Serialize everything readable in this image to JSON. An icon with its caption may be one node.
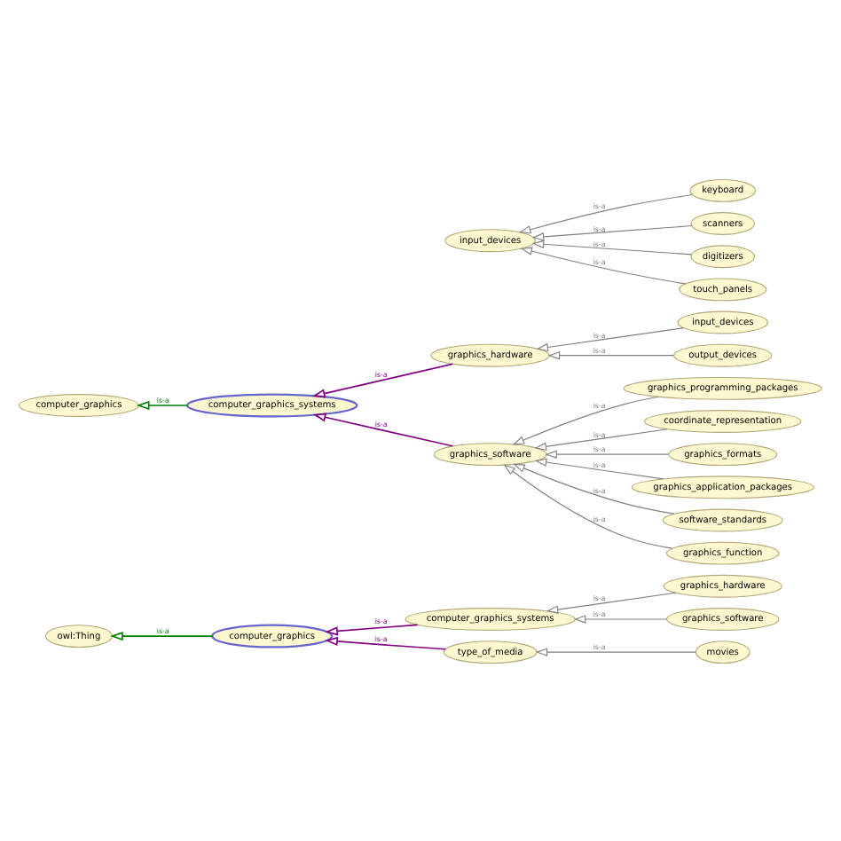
{
  "diagram": {
    "nodes": [
      {
        "text": [
          "owl:Thing"
        ]
      },
      {
        "text": [
          "computer_graphics"
        ]
      },
      {
        "text": [
          "computer_graphics_systems"
        ]
      },
      {
        "text": [
          "graphics_hardware"
        ]
      },
      {
        "text": [
          "graphics_software"
        ]
      },
      {
        "text": [
          "type_of_media"
        ]
      },
      {
        "text": [
          "movies"
        ]
      },
      {
        "text": [
          "graphics_programming_packages"
        ]
      },
      {
        "text": [
          "graphics_application_packages"
        ]
      },
      {
        "text": [
          "software_standards"
        ]
      },
      {
        "text": [
          "graphics_function"
        ]
      },
      {
        "text": [
          "coordinate_representation"
        ]
      },
      {
        "text": [
          "graphics_formats"
        ]
      },
      {
        "text": [
          "graphics_software"
        ]
      },
      {
        "text": [
          "computer_graphics"
        ]
      },
      {
        "text": [
          "computer_graphics_systems"
        ]
      },
      {
        "text": [
          "graphics_hardware"
        ]
      },
      {
        "text": [
          "input_devices"
        ]
      },
      {
        "text": [
          "output_devices"
        ]
      },
      {
        "text": [
          "input_devices"
        ]
      },
      {
        "text": [
          "keyboard"
        ]
      },
      {
        "text": [
          "scanners"
        ]
      },
      {
        "text": [
          "digitizers"
        ]
      },
      {
        "text": [
          "touch_panels"
        ]
      }
    ],
    "edges": [
      {
        "from": 1,
        "to": 0,
        "arrow": "to",
        "label": "is-a",
        "color": "#008000"
      },
      {
        "from": 2,
        "to": 1,
        "arrow": "to",
        "label": "is-a",
        "color": "#800080"
      },
      {
        "from": 5,
        "to": 1,
        "arrow": "to",
        "label": "is-a",
        "color": "#800080"
      },
      {
        "from": 3,
        "to": 2,
        "arrow": "to",
        "label": "is-a"
      },
      {
        "from": 4,
        "to": 2,
        "arrow": "to",
        "label": "is-a"
      },
      {
        "from": 6,
        "to": 5,
        "arrow": "to",
        "label": "is-a"
      },
      {
        "from": 7,
        "to": 13,
        "arrow": "to",
        "label": "is-a"
      },
      {
        "from": 8,
        "to": 13,
        "arrow": "to",
        "label": "is-a"
      },
      {
        "from": 9,
        "to": 13,
        "arrow": "to",
        "label": "is-a"
      },
      {
        "from": 10,
        "to": 13,
        "arrow": "to",
        "label": "is-a"
      },
      {
        "from": 11,
        "to": 13,
        "arrow": "to",
        "label": "is-a"
      },
      {
        "from": 12,
        "to": 13,
        "arrow": "to",
        "label": "is-a"
      },
      {
        "from": 13,
        "to": 15,
        "arrow": "to",
        "label": "is-a",
        "color": "#800080"
      },
      {
        "from": 15,
        "to": 14,
        "arrow": "to",
        "label": "is-a",
        "color": "#008000"
      },
      {
        "from": 16,
        "to": 15,
        "arrow": "to",
        "label": "is-a",
        "color": "#800080"
      },
      {
        "from": 17,
        "to": 16,
        "arrow": "to",
        "label": "is-a"
      },
      {
        "from": 18,
        "to": 16,
        "arrow": "to",
        "label": "is-a"
      },
      {
        "from": 23,
        "to": 19,
        "arrow": "to",
        "label": "is-a"
      },
      {
        "from": 20,
        "to": 19,
        "arrow": "to",
        "label": "is-a"
      },
      {
        "from": 21,
        "to": 19,
        "arrow": "to",
        "label": "is-a"
      },
      {
        "from": 22,
        "to": 19,
        "arrow": "to",
        "label": "is-a"
      }
    ]
  }
}
